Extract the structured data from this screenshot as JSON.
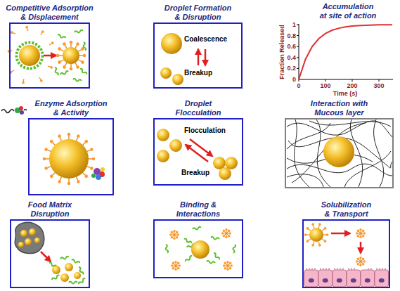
{
  "diagram": {
    "nodes": [
      {
        "text": [
          "Competitive Adsorption & Displacement"
        ]
      },
      {
        "text": [
          "Droplet Formation & Disruption",
          "Coalescence",
          "Breakup"
        ]
      },
      {
        "text": [
          "Enzyme Adsorption & Activity"
        ]
      },
      {
        "text": [
          "Droplet Flocculation",
          "Flocculation",
          "Breakup"
        ]
      },
      {
        "text": [
          "Interaction with Mucous layer"
        ]
      },
      {
        "text": [
          "Food Matrix Disruption"
        ]
      },
      {
        "text": [
          "Binding & Interactions"
        ]
      },
      {
        "text": [
          "Solubilization & Transport"
        ]
      }
    ],
    "labels": [
      "Accumulation at site of action",
      "1",
      "0.8",
      "0.6",
      "0.4",
      "0.2",
      "0",
      "Fraction Released",
      "0",
      "100",
      "200",
      "300",
      "Time (s)"
    ]
  }
}
